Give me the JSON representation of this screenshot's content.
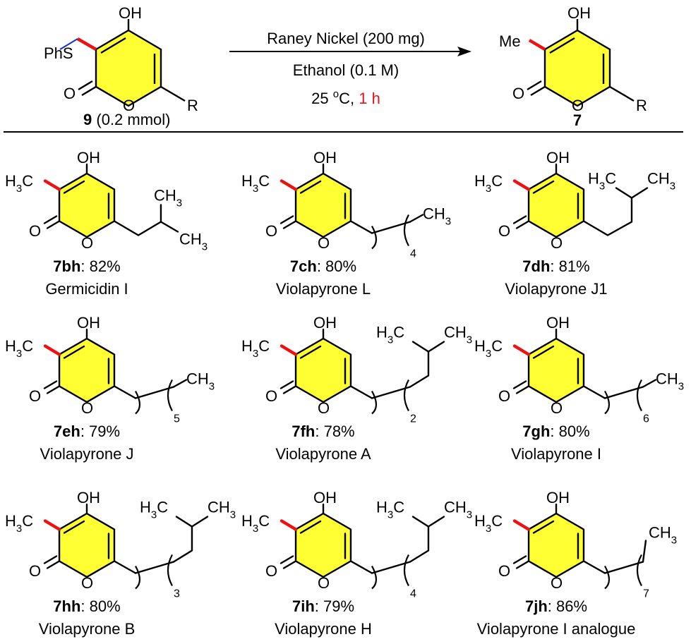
{
  "colors": {
    "ring_fill": "#ffff33",
    "bond": "#000000",
    "new_bond": "#ee1111",
    "linker_bond": "#1133cc",
    "time_text": "#ee1111"
  },
  "atoms": {
    "oh": "OH",
    "o": "O",
    "r": "R",
    "ph_s": "PhS",
    "me": "Me",
    "h3c_h": "H",
    "h3c_3": "3",
    "h3c_c": "C",
    "ch3_ch": "CH",
    "ch3_3": "3"
  },
  "scheme": {
    "reactant": {
      "label": "9",
      "amount": " (0.2 mmol)"
    },
    "product": {
      "label": "7"
    },
    "conditions": {
      "reagent": "Raney Nickel (200 mg)",
      "solvent": "Ethanol (0.1 M)",
      "temp_prefix": "25 ",
      "temp_sup": "o",
      "temp_unit": "C, ",
      "time": "1 h"
    }
  },
  "products": [
    {
      "id": "7bh",
      "yield": ": 82%",
      "name": "Germicidin I",
      "chain": "isobutyl",
      "n": ""
    },
    {
      "id": "7ch",
      "yield": ": 80%",
      "name": "Violapyrone L",
      "chain": "n",
      "n": "4"
    },
    {
      "id": "7dh",
      "yield": ": 81%",
      "name": "Violapyrone J1",
      "chain": "isopentyl",
      "n": ""
    },
    {
      "id": "7eh",
      "yield": ": 79%",
      "name": "Violapyrone J",
      "chain": "n",
      "n": "5"
    },
    {
      "id": "7fh",
      "yield": ": 78%",
      "name": "Violapyrone A",
      "chain": "iso_n",
      "n": "2"
    },
    {
      "id": "7gh",
      "yield": ": 80%",
      "name": "Violapyrone I",
      "chain": "n",
      "n": "6"
    },
    {
      "id": "7hh",
      "yield": ": 80%",
      "name": "Violapyrone B",
      "chain": "iso_n",
      "n": "3"
    },
    {
      "id": "7ih",
      "yield": ": 79%",
      "name": "Violapyrone H",
      "chain": "iso_n",
      "n": "4"
    },
    {
      "id": "7jh",
      "yield": ": 86%",
      "name": "Violapyrone I analogue",
      "chain": "ethyl_n",
      "n": "7"
    }
  ]
}
